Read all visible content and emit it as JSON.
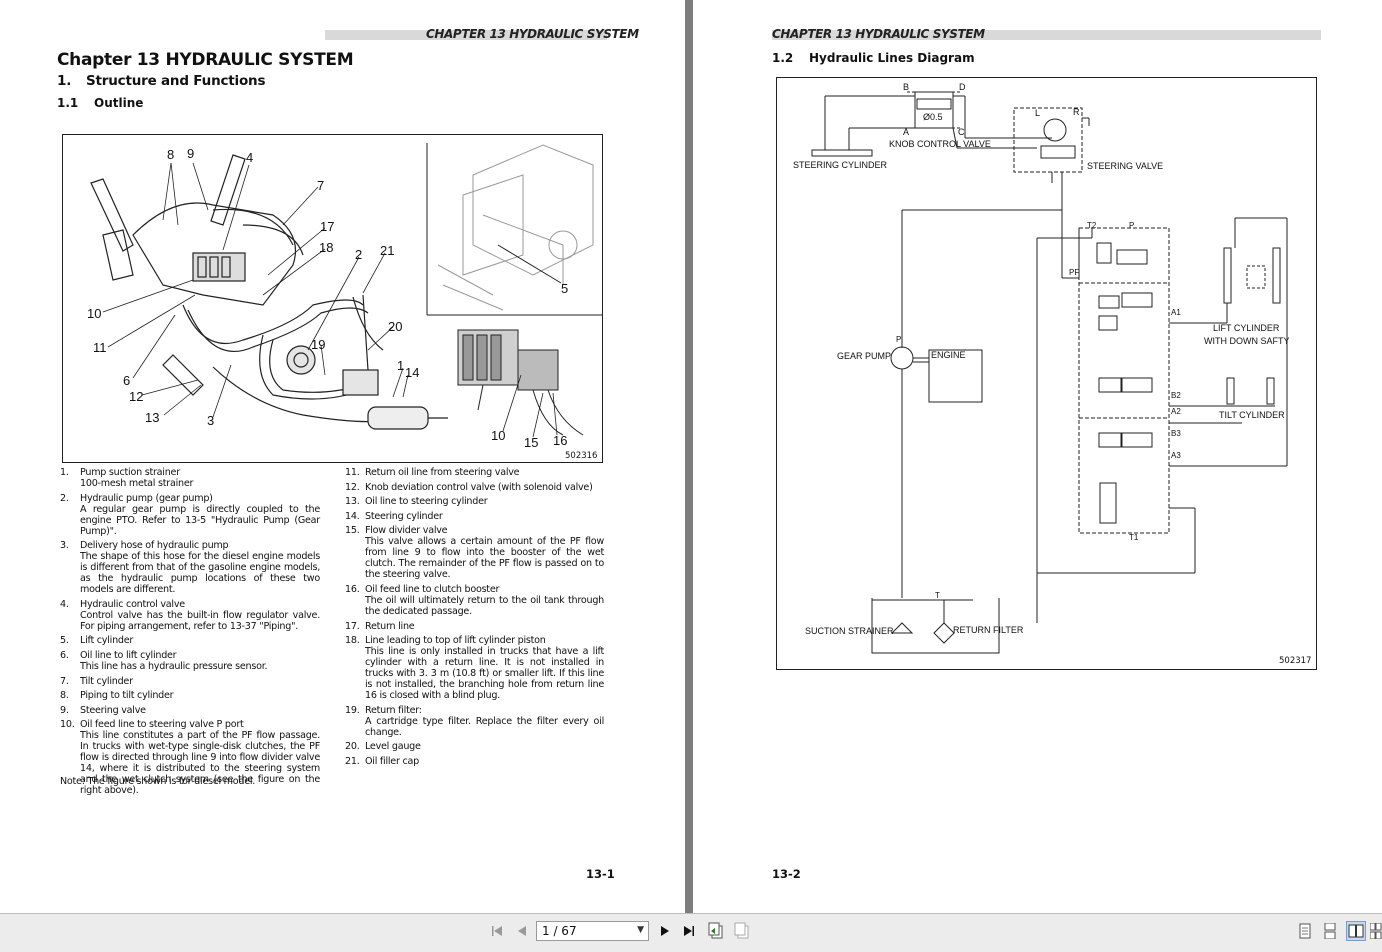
{
  "left_page": {
    "header": "CHAPTER 13 HYDRAULIC SYSTEM",
    "chapter_title": "Chapter 13  HYDRAULIC SYSTEM",
    "section_num": "1.",
    "section_title": "Structure and Functions",
    "subsection_num": "1.1",
    "subsection_title": "Outline",
    "figure_id": "502316",
    "figure_labels": [
      "8",
      "9",
      "4",
      "7",
      "17",
      "18",
      "2",
      "21",
      "5",
      "10",
      "11",
      "6",
      "12",
      "13",
      "3",
      "19",
      "20",
      "1",
      "14",
      "10",
      "15",
      "16"
    ],
    "items_col1": [
      {
        "num": "1.",
        "title": "Pump suction strainer",
        "desc": "100-mesh metal strainer"
      },
      {
        "num": "2.",
        "title": "Hydraulic pump (gear pump)",
        "desc": "A regular gear pump is directly coupled to the engine PTO. Refer to  13-5 \"Hydraulic Pump (Gear Pump)\"."
      },
      {
        "num": "3.",
        "title": "Delivery hose of hydraulic pump",
        "desc": "The shape of this hose for the diesel engine models is different from that of the gasoline engine models, as the hydraulic pump locations of these two models are different."
      },
      {
        "num": "4.",
        "title": "Hydraulic control valve",
        "desc": "Control valve has the built-in flow regulator valve. For piping arrangement, refer to 13-37 \"Piping\"."
      },
      {
        "num": "5.",
        "title": "Lift cylinder",
        "desc": ""
      },
      {
        "num": "6.",
        "title": "Oil line to lift cylinder",
        "desc": "This line has a hydraulic pressure sensor."
      },
      {
        "num": "7.",
        "title": "Tilt cylinder",
        "desc": ""
      },
      {
        "num": "8.",
        "title": "Piping to tilt cylinder",
        "desc": ""
      },
      {
        "num": "9.",
        "title": "Steering valve",
        "desc": ""
      },
      {
        "num": "10.",
        "title": "Oil feed line to steering valve P port",
        "desc": "This line constitutes a part of the PF flow passage. In trucks with wet-type single-disk clutches, the PF flow is directed through line 9 into flow divider valve 14, where it is distributed to the steering system and the wet clutch system (see the figure on the right above)."
      }
    ],
    "items_col2": [
      {
        "num": "11.",
        "title": "Return oil line from steering valve",
        "desc": ""
      },
      {
        "num": "12.",
        "title": "Knob deviation control valve (with solenoid valve)",
        "desc": ""
      },
      {
        "num": "13.",
        "title": "Oil line to steering cylinder",
        "desc": ""
      },
      {
        "num": "14.",
        "title": "Steering cylinder",
        "desc": ""
      },
      {
        "num": "15.",
        "title": "Flow divider valve",
        "desc": "This valve allows a certain amount of the PF flow from line 9 to flow into the booster of the wet clutch. The remainder of the PF flow is passed on to the steering valve."
      },
      {
        "num": "16.",
        "title": "Oil feed line to clutch booster",
        "desc": "The oil will ultimately return to the oil tank through the dedicated passage."
      },
      {
        "num": "17.",
        "title": "Return line",
        "desc": ""
      },
      {
        "num": "18.",
        "title": "Line leading to top of lift cylinder piston",
        "desc": "This line is only installed in trucks that have a lift cylinder with a return line. It is not installed in trucks with 3. 3 m (10.8 ft) or smaller lift. If this line is not installed, the branching hole from return line 16 is closed with a blind plug."
      },
      {
        "num": "19.",
        "title": "Return filter:",
        "desc": "A cartridge type filter. Replace the filter every oil change."
      },
      {
        "num": "20.",
        "title": "Level gauge",
        "desc": ""
      },
      {
        "num": "21.",
        "title": "Oil filler cap",
        "desc": ""
      }
    ],
    "note": "Note: The figure shown is for diesel model.",
    "page_number": "13-1"
  },
  "right_page": {
    "header": "CHAPTER 13 HYDRAULIC SYSTEM",
    "section_num": "1.2",
    "section_title": "Hydraulic Lines Diagram",
    "figure_id": "502317",
    "diagram_labels": {
      "b": "B",
      "d": "D",
      "a": "A",
      "c": "C",
      "orifice": "Ø0.5",
      "knob_valve": "KNOB CONTROL VALVE",
      "steering_cylinder": "STEERING CYLINDER",
      "steering_valve": "STEERING VALVE",
      "l": "L",
      "r": "R",
      "t2": "T2",
      "p_top": "P",
      "pf": "PF",
      "a1": "A1",
      "b2": "B2",
      "a2": "A2",
      "b3": "B3",
      "a3": "A3",
      "t1": "T1",
      "gear_pump": "GEAR PUMP",
      "p_pump": "P",
      "engine": "ENGINE",
      "lift_cylinder_1": "LIFT CYLINDER",
      "lift_cylinder_2": "WITH DOWN SAFTY",
      "tilt_cylinder": "TILT CYLINDER",
      "t_tank": "T",
      "suction_strainer": "SUCTION STRAINER",
      "return_filter": "RETURN FILTER"
    },
    "page_number": "13-2"
  },
  "toolbar": {
    "page_field": "1 / 67",
    "icons": [
      "first-page-icon",
      "prev-page-icon",
      "next-page-icon",
      "last-page-icon",
      "go-back-icon",
      "go-forward-icon",
      "single-page-view-icon",
      "continuous-view-icon",
      "facing-pages-view-icon",
      "continuous-facing-view-icon"
    ]
  }
}
